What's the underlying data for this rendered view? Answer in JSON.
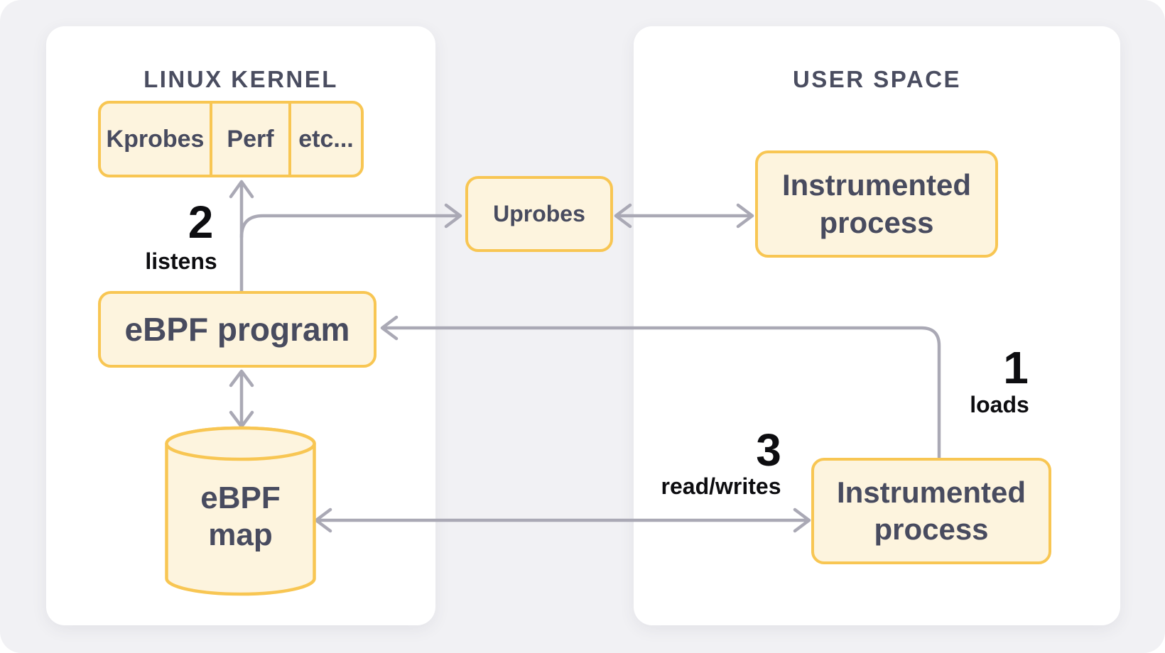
{
  "colors": {
    "background": "#f1f1f4",
    "panel": "#ffffff",
    "box_fill": "#fdf4de",
    "box_border": "#f8c653",
    "arrow": "#aaa9b5",
    "title_text": "#4a4d60",
    "box_text": "#484b5f",
    "step_text": "#0d0d10"
  },
  "kernel_panel": {
    "title": "LINUX KERNEL",
    "probes": [
      "Kprobes",
      "Perf",
      "etc..."
    ],
    "ebpf_program_label": "eBPF program",
    "ebpf_map_line1": "eBPF",
    "ebpf_map_line2": "map"
  },
  "user_panel": {
    "title": "USER SPACE",
    "instrumented_top_label": "Instrumented process",
    "instrumented_bottom_label": "Instrumented process"
  },
  "uprobes_label": "Uprobes",
  "steps": {
    "s1": {
      "number": "1",
      "label": "loads"
    },
    "s2": {
      "number": "2",
      "label": "listens"
    },
    "s3": {
      "number": "3",
      "label": "read/writes"
    }
  }
}
